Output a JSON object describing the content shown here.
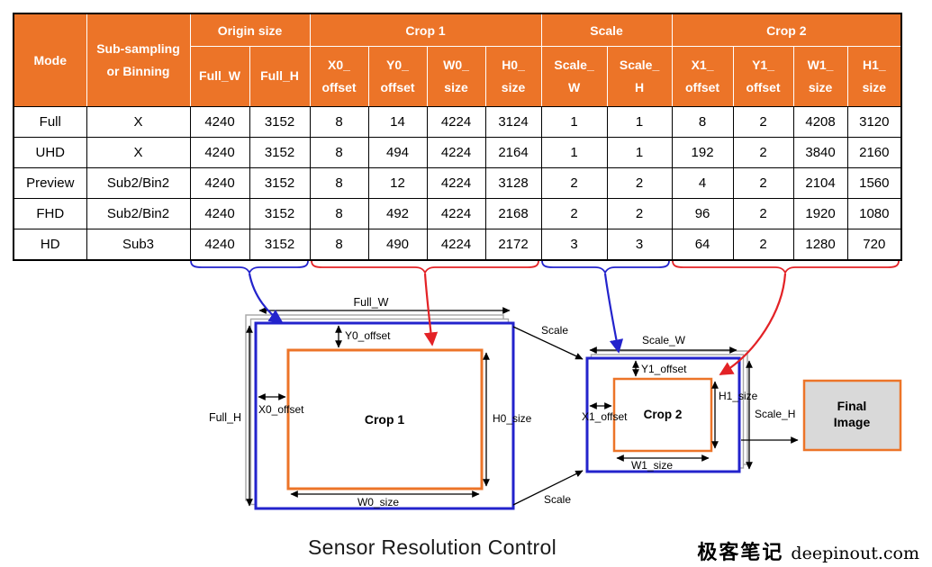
{
  "colors": {
    "header_orange": "#EC7428",
    "blue": "#2323CC",
    "red": "#E32226",
    "gray": "#A6A6A6",
    "final_fill": "#D9D9D9",
    "text_dark": "#1A1A1A"
  },
  "table": {
    "headers": {
      "mode": "Mode",
      "subsampling_l1": "Sub-sampling",
      "subsampling_l2": "or Binning",
      "groups": {
        "origin": "Origin size",
        "crop1": "Crop 1",
        "scale": "Scale",
        "crop2": "Crop 2"
      },
      "columns": [
        {
          "l1": "Full_W",
          "l2": ""
        },
        {
          "l1": "Full_H",
          "l2": ""
        },
        {
          "l1": "X0_",
          "l2": "offset"
        },
        {
          "l1": "Y0_",
          "l2": "offset"
        },
        {
          "l1": "W0_",
          "l2": "size"
        },
        {
          "l1": "H0_",
          "l2": "size"
        },
        {
          "l1": "Scale_",
          "l2": "W"
        },
        {
          "l1": "Scale_",
          "l2": "H"
        },
        {
          "l1": "X1_",
          "l2": "offset"
        },
        {
          "l1": "Y1_",
          "l2": "offset"
        },
        {
          "l1": "W1_",
          "l2": "size"
        },
        {
          "l1": "H1_",
          "l2": "size"
        }
      ]
    },
    "rows": [
      [
        "Full",
        "X",
        "4240",
        "3152",
        "8",
        "14",
        "4224",
        "3124",
        "1",
        "1",
        "8",
        "2",
        "4208",
        "3120"
      ],
      [
        "UHD",
        "X",
        "4240",
        "3152",
        "8",
        "494",
        "4224",
        "2164",
        "1",
        "1",
        "192",
        "2",
        "3840",
        "2160"
      ],
      [
        "Preview",
        "Sub2/Bin2",
        "4240",
        "3152",
        "8",
        "12",
        "4224",
        "3128",
        "2",
        "2",
        "4",
        "2",
        "2104",
        "1560"
      ],
      [
        "FHD",
        "Sub2/Bin2",
        "4240",
        "3152",
        "8",
        "492",
        "4224",
        "2168",
        "2",
        "2",
        "96",
        "2",
        "1920",
        "1080"
      ],
      [
        "HD",
        "Sub3",
        "4240",
        "3152",
        "8",
        "490",
        "4224",
        "2172",
        "3",
        "3",
        "64",
        "2",
        "1280",
        "720"
      ]
    ]
  },
  "diagram": {
    "labels": {
      "full_w": "Full_W",
      "full_h": "Full_H",
      "y0_offset": "Y0_offset",
      "x0_offset": "X0_offset",
      "crop1": "Crop 1",
      "h0_size": "H0_size",
      "w0_size": "W0_size",
      "scale_top": "Scale",
      "scale_bottom": "Scale",
      "scale_w": "Scale_W",
      "y1_offset": "Y1_offset",
      "crop2": "Crop 2",
      "x1_offset": "X1_offset",
      "h1_size": "H1_size",
      "scale_h": "Scale_H",
      "w1_size": "W1_size",
      "final_l1": "Final",
      "final_l2": "Image"
    }
  },
  "title": "Sensor Resolution Control",
  "watermark": {
    "cn": "极客笔记",
    "site": "deepinout.com"
  }
}
